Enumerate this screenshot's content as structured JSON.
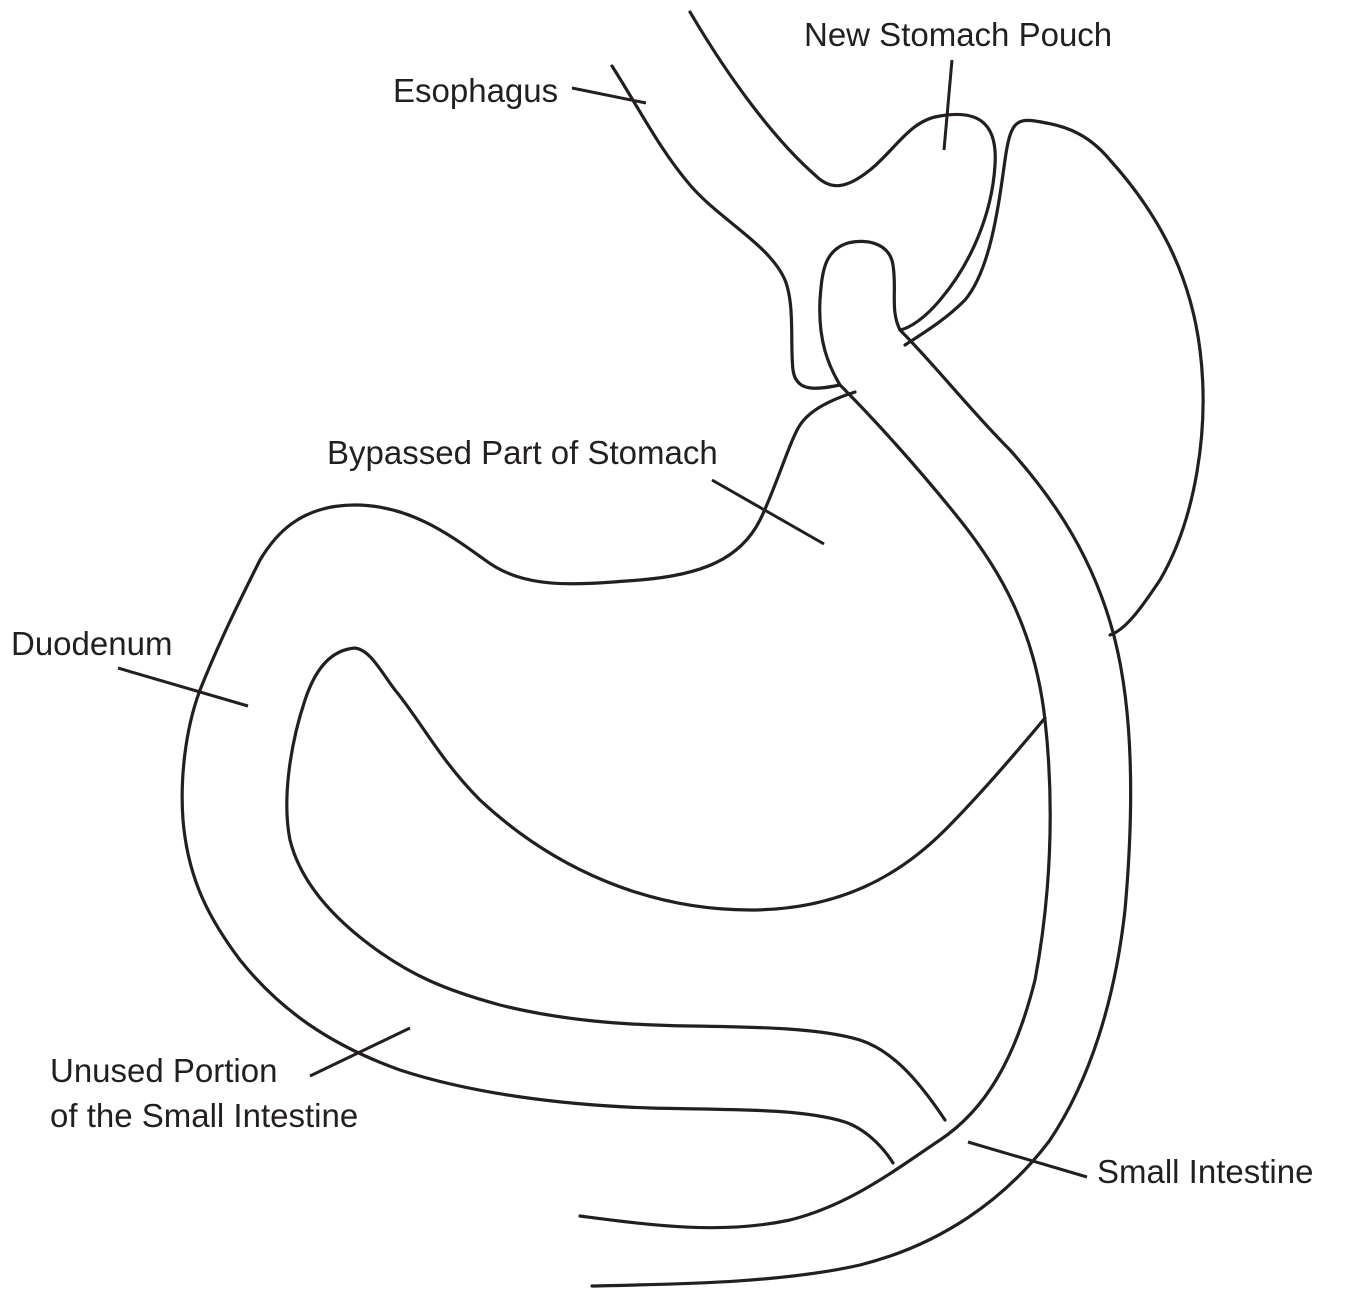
{
  "labels": {
    "new_stomach_pouch": "New Stomach Pouch",
    "esophagus": "Esophagus",
    "bypassed_stomach": "Bypassed Part of Stomach",
    "duodenum": "Duodenum",
    "unused_small_intestine_line1": "Unused Portion",
    "unused_small_intestine_line2": "of the Small Intestine",
    "small_intestine": "Small Intestine"
  },
  "colors": {
    "line": "#231f20",
    "background": "#ffffff"
  }
}
